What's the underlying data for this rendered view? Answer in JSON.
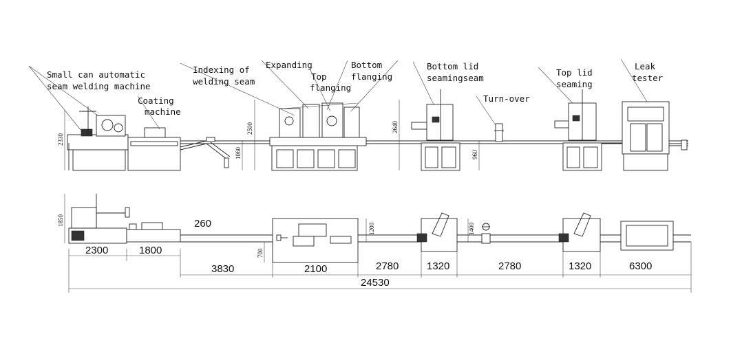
{
  "labels": {
    "welding": [
      "Small can automatic",
      "seam welding machine"
    ],
    "coating": [
      "Coating",
      "machine"
    ],
    "indexing": [
      "Indexing of",
      "welding seam"
    ],
    "expanding": "Expanding",
    "top_flanging": [
      "Top",
      "flanging"
    ],
    "bottom_flanging": [
      "Bottom",
      "flanging"
    ],
    "bottom_lid": [
      "Bottom lid",
      "seamingseam"
    ],
    "turn_over": "Turn-over",
    "top_lid": [
      "Top lid",
      "seaming"
    ],
    "leak": [
      "Leak",
      "tester"
    ]
  },
  "elevation_dims": {
    "d2330": "2330",
    "d2500": "2500",
    "d1060": "1060",
    "d2640": "2640",
    "d960": "960"
  },
  "plan_dims": {
    "d1850": "1850",
    "d260": "260",
    "d700": "700",
    "d1200": "1200",
    "d1400": "1400",
    "d2300": "2300",
    "d1800": "1800",
    "d3830": "3830",
    "d2100": "2100",
    "d2780a": "2780",
    "d1320a": "1320",
    "d2780b": "2780",
    "d1320b": "1320",
    "d6300": "6300",
    "total": "24530"
  }
}
